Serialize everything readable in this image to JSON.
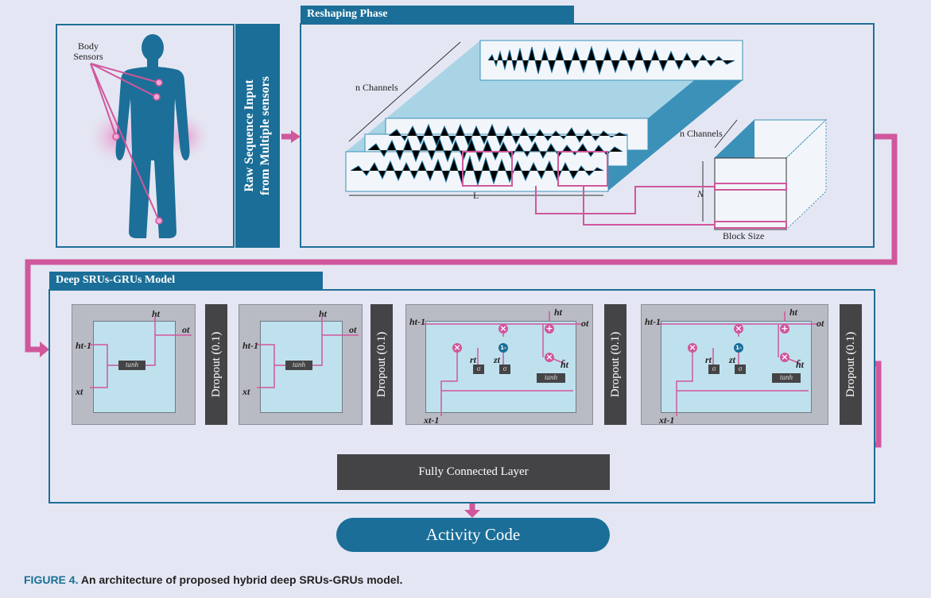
{
  "figure": {
    "number": "FIGURE 4.",
    "title": "An architecture of proposed hybrid deep SRUs-GRUs model."
  },
  "sensors": {
    "label_line1": "Body",
    "label_line2": "Sensors"
  },
  "raw_input": {
    "line1": "Raw Sequence Input",
    "line2": "from Multiple sensors"
  },
  "reshaping": {
    "title": "Reshaping Phase",
    "n_channels": "n Channels",
    "length": "L",
    "n_channels_block": "n Channels",
    "n_label": "N",
    "block_size": "Block Size"
  },
  "model": {
    "title": "Deep SRUs-GRUs Model",
    "dropout": "Dropout (0.1)",
    "tanh": "tanh",
    "sigma": "σ",
    "one_minus": "1-",
    "h_t": "ht",
    "o_t": "ot",
    "h_prev": "ht-1",
    "x_t": "xt",
    "x_prev": "xt-1",
    "r_t": "rt",
    "z_t": "zt",
    "h_tilde": "h̃t"
  },
  "fully_connected": "Fully Connected Layer",
  "activity_code": "Activity Code",
  "colors": {
    "accent": "#1a6e98",
    "arrow": "#d0579c",
    "dark_block": "#444446",
    "background": "#e4e7f3"
  }
}
